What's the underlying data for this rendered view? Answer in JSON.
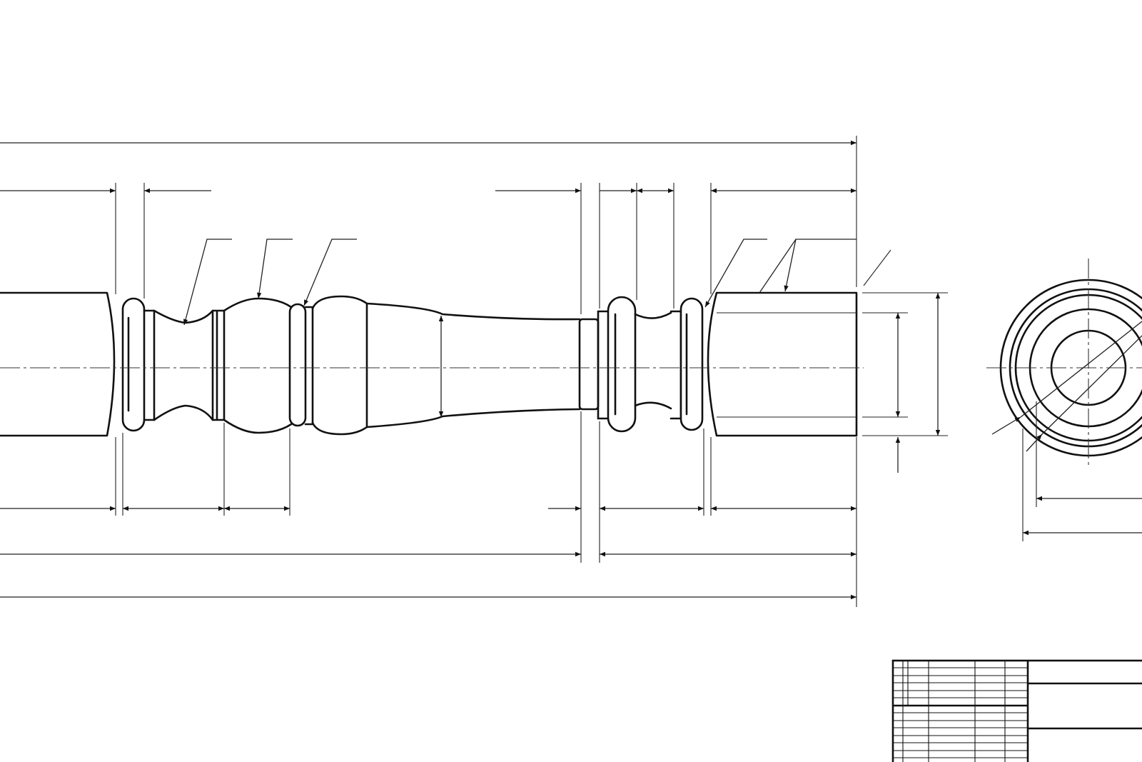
{
  "drawing": {
    "type": "technical-drawing",
    "subject": "turned-spindle",
    "views": [
      "front-view",
      "end-view"
    ],
    "colors": {
      "line": "#111111",
      "background": "#ffffff"
    },
    "title_block": {
      "cells": []
    }
  }
}
